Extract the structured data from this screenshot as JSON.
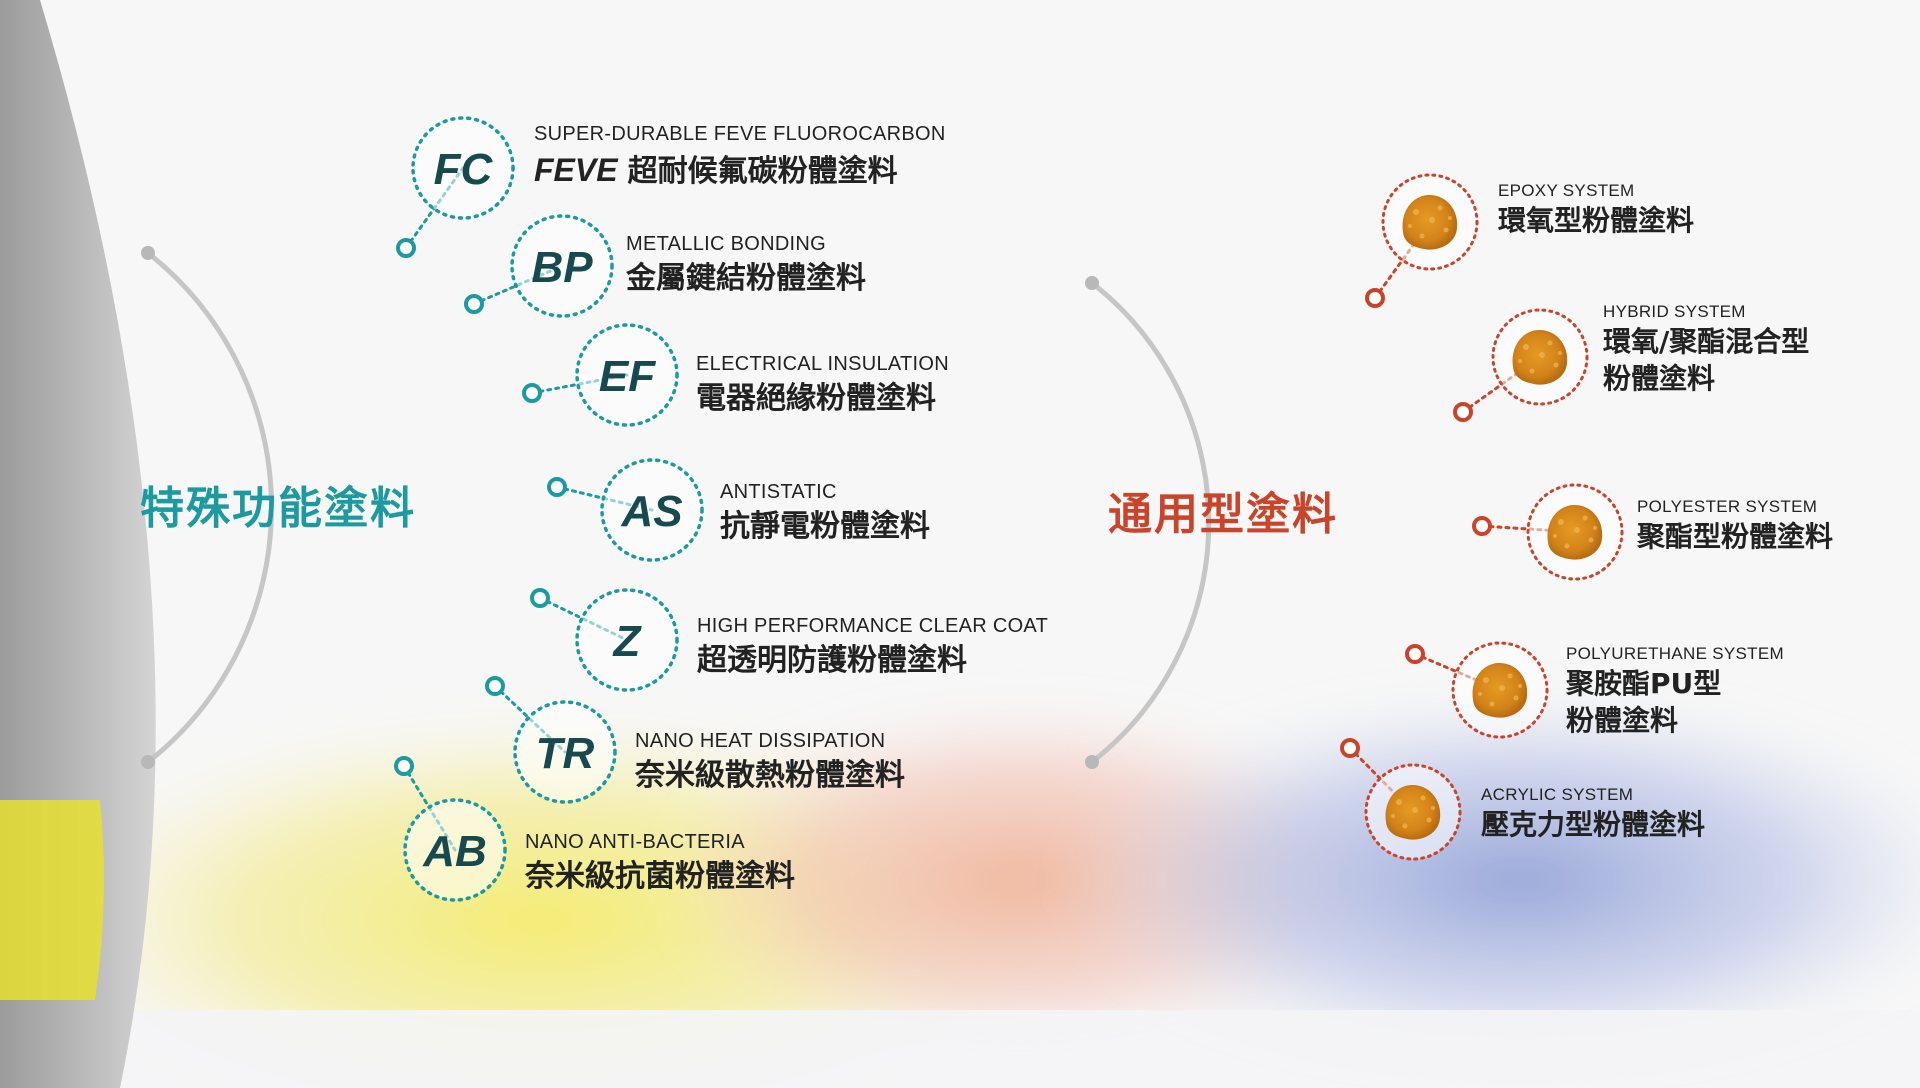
{
  "colors": {
    "teal": "#1c9aa0",
    "red": "#c8452c",
    "arc": "#c6c6c6",
    "text": "#222222",
    "powder": "#d58a1c"
  },
  "special": {
    "title": "特殊功能塗料",
    "items": [
      {
        "abbr": "FC",
        "en": "SUPER-DURABLE FEVE FLUOROCARBON",
        "zh_prefix": "FEVE",
        "zh": "超耐候氟碳粉體塗料"
      },
      {
        "abbr": "BP",
        "en": "METALLIC BONDING",
        "zh": "金屬鍵結粉體塗料"
      },
      {
        "abbr": "EF",
        "en": "ELECTRICAL INSULATION",
        "zh": "電器絕緣粉體塗料"
      },
      {
        "abbr": "AS",
        "en": "ANTISTATIC",
        "zh": "抗靜電粉體塗料"
      },
      {
        "abbr": "Z",
        "en": "HIGH PERFORMANCE CLEAR COAT",
        "zh": "超透明防護粉體塗料"
      },
      {
        "abbr": "TR",
        "en": "NANO HEAT DISSIPATION",
        "zh": "奈米級散熱粉體塗料"
      },
      {
        "abbr": "AB",
        "en": "NANO ANTI-BACTERIA",
        "zh": "奈米級抗菌粉體塗料"
      }
    ]
  },
  "general": {
    "title": "通用型塗料",
    "items": [
      {
        "en": "EPOXY SYSTEM",
        "zh": "環氧型粉體塗料"
      },
      {
        "en": "HYBRID SYSTEM",
        "zh": "環氧/聚酯混合型",
        "zh2": "粉體塗料"
      },
      {
        "en": "POLYESTER SYSTEM",
        "zh": "聚酯型粉體塗料"
      },
      {
        "en": "POLYURETHANE SYSTEM",
        "zh": "聚胺酯PU型",
        "zh2": "粉體塗料"
      },
      {
        "en": "ACRYLIC SYSTEM",
        "zh": "壓克力型粉體塗料"
      }
    ]
  }
}
